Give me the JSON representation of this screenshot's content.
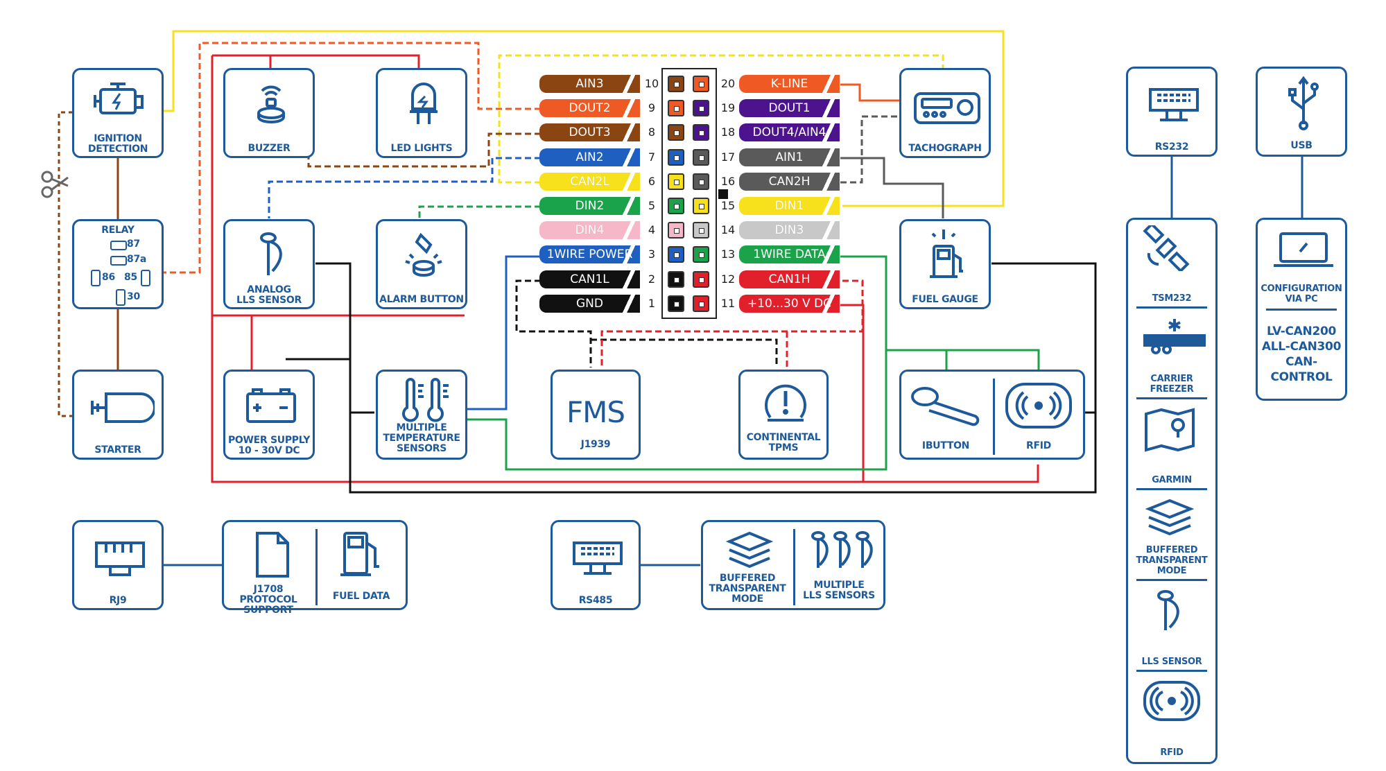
{
  "colors": {
    "brand_blue": "#1e5a99",
    "brown": "#8b4513",
    "orange": "#ef5a24",
    "blue": "#1e5fbf",
    "yellow": "#f7e11c",
    "green": "#1aa34a",
    "pink": "#f6b8c8",
    "black": "#111111",
    "purple": "#4d138f",
    "gray": "#5a5a5a",
    "lightgray": "#c8c8c8",
    "red": "#e2202c"
  },
  "devices": {
    "ignition": "IGNITION\nDETECTION",
    "relay": "RELAY",
    "relay_87": "87",
    "relay_87a": "87a",
    "relay_86": "86",
    "relay_85": "85",
    "relay_30": "30",
    "starter": "STARTER",
    "buzzer": "BUZZER",
    "led_lights": "LED LIGHTS",
    "analog_lls": "ANALOG\nLLS SENSOR",
    "alarm_button": "ALARM BUTTON",
    "power_supply": "POWER SUPPLY\n10 - 30V DC",
    "multi_temp": "MULTIPLE\nTEMPERATURE\nSENSORS",
    "fms_logo": "FMS",
    "fms_j1939": "J1939",
    "continental": "CONTINENTAL\nTPMS",
    "tachograph": "TACHOGRAPH",
    "fuel_gauge": "FUEL GAUGE",
    "ibutton": "IBUTTON",
    "rfid": "RFID",
    "rs232": "RS232",
    "usb": "USB",
    "rj9": "RJ9",
    "j1708": "J1708 PROTOCOL\nSUPPORT",
    "fuel_data": "FUEL DATA",
    "rs485": "RS485",
    "buffered_485": "BUFFERED\nTRANSPARENT\nMODE",
    "multi_lls": "MULTIPLE\nLLS SENSORS"
  },
  "rs232_list": [
    {
      "label": "TSM232",
      "icon": "satellite-icon"
    },
    {
      "label": "CARRIER\nFREEZER",
      "icon": "freezer-truck-icon"
    },
    {
      "label": "GARMIN",
      "icon": "map-icon"
    },
    {
      "label": "BUFFERED\nTRANSPARENT\nMODE",
      "icon": "layers-icon"
    },
    {
      "label": "LLS SENSOR",
      "icon": "lls-probe-icon"
    },
    {
      "label": "RFID",
      "icon": "rfid-icon"
    }
  ],
  "usb_list": {
    "config": "CONFIGURATION\nVIA PC",
    "can_adapters": "LV-CAN200\nALL-CAN300\nCAN-CONTROL"
  },
  "pins_left": [
    {
      "num": "10",
      "label": "AIN3",
      "color": "#8b4513"
    },
    {
      "num": "9",
      "label": "DOUT2",
      "color": "#ef5a24"
    },
    {
      "num": "8",
      "label": "DOUT3",
      "color": "#8b4513"
    },
    {
      "num": "7",
      "label": "AIN2",
      "color": "#1e5fbf"
    },
    {
      "num": "6",
      "label": "CAN2L",
      "color": "#f7e11c"
    },
    {
      "num": "5",
      "label": "DIN2",
      "color": "#1aa34a"
    },
    {
      "num": "4",
      "label": "DIN4",
      "color": "#f6b8c8"
    },
    {
      "num": "3",
      "label": "1WIRE POWER",
      "color": "#1e5fbf"
    },
    {
      "num": "2",
      "label": "CAN1L",
      "color": "#111111"
    },
    {
      "num": "1",
      "label": "GND",
      "color": "#111111"
    }
  ],
  "pins_right": [
    {
      "num": "20",
      "label": "K-LINE",
      "color": "#ef5a24"
    },
    {
      "num": "19",
      "label": "DOUT1",
      "color": "#4d138f"
    },
    {
      "num": "18",
      "label": "DOUT4/AIN4",
      "color": "#4d138f"
    },
    {
      "num": "17",
      "label": "AIN1",
      "color": "#5a5a5a"
    },
    {
      "num": "16",
      "label": "CAN2H",
      "color": "#5a5a5a"
    },
    {
      "num": "15",
      "label": "DIN1",
      "color": "#f7e11c"
    },
    {
      "num": "14",
      "label": "DIN3",
      "color": "#c8c8c8"
    },
    {
      "num": "13",
      "label": "1WIRE DATA",
      "color": "#1aa34a"
    },
    {
      "num": "12",
      "label": "CAN1H",
      "color": "#e2202c"
    },
    {
      "num": "11",
      "label": "+10...30 V DC",
      "color": "#e2202c"
    }
  ]
}
